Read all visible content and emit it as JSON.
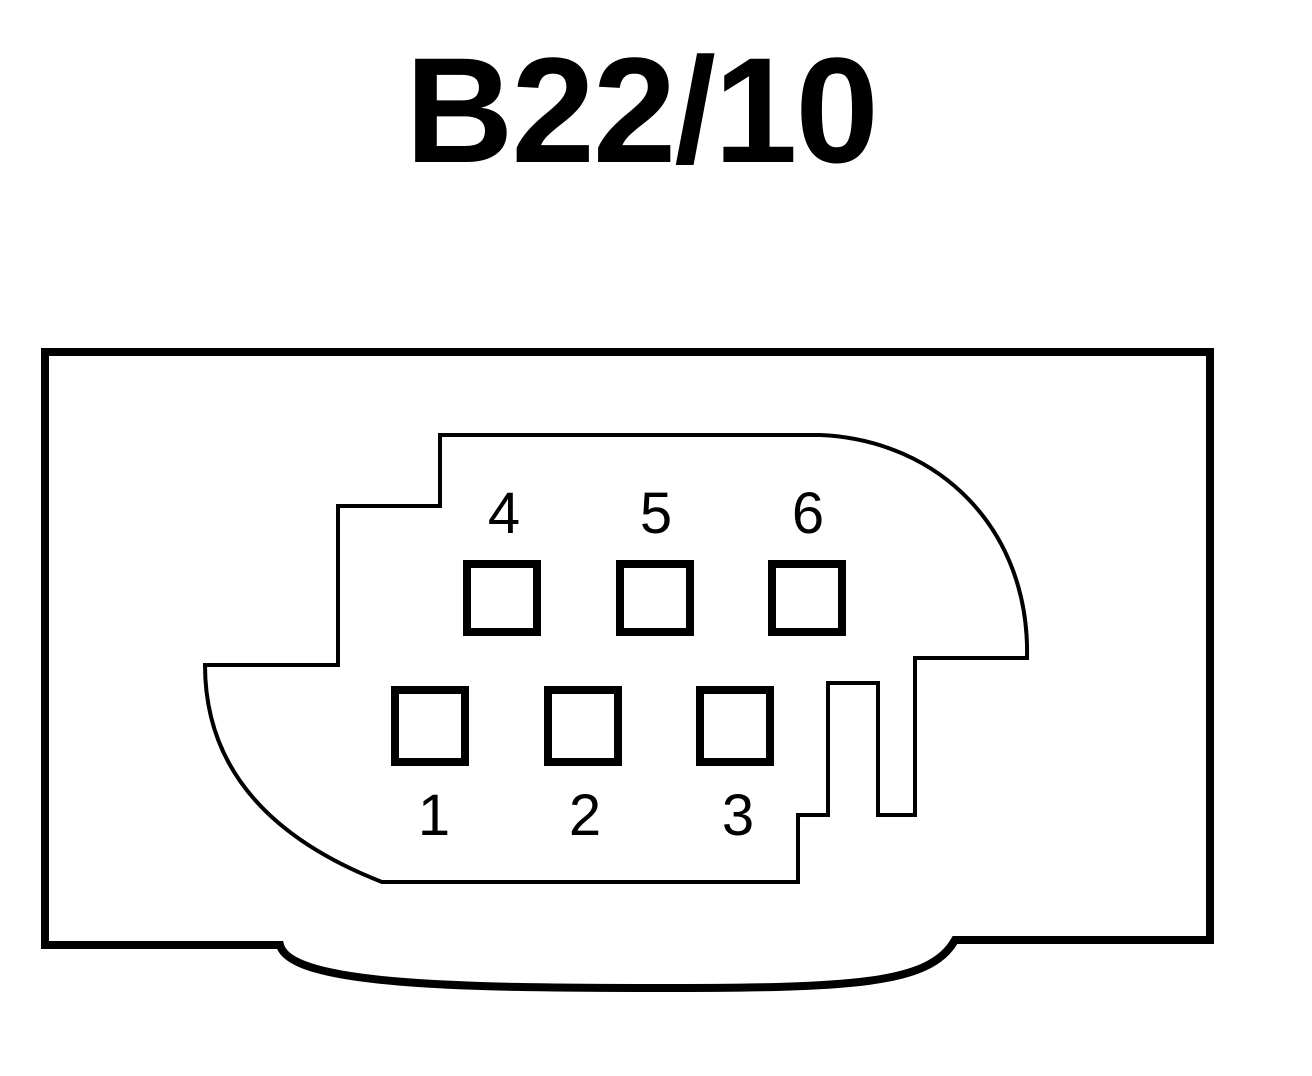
{
  "title": "B22/10",
  "pins": [
    {
      "label": "1"
    },
    {
      "label": "2"
    },
    {
      "label": "3"
    },
    {
      "label": "4"
    },
    {
      "label": "5"
    },
    {
      "label": "6"
    }
  ],
  "colors": {
    "stroke": "#000000",
    "background": "#ffffff"
  }
}
